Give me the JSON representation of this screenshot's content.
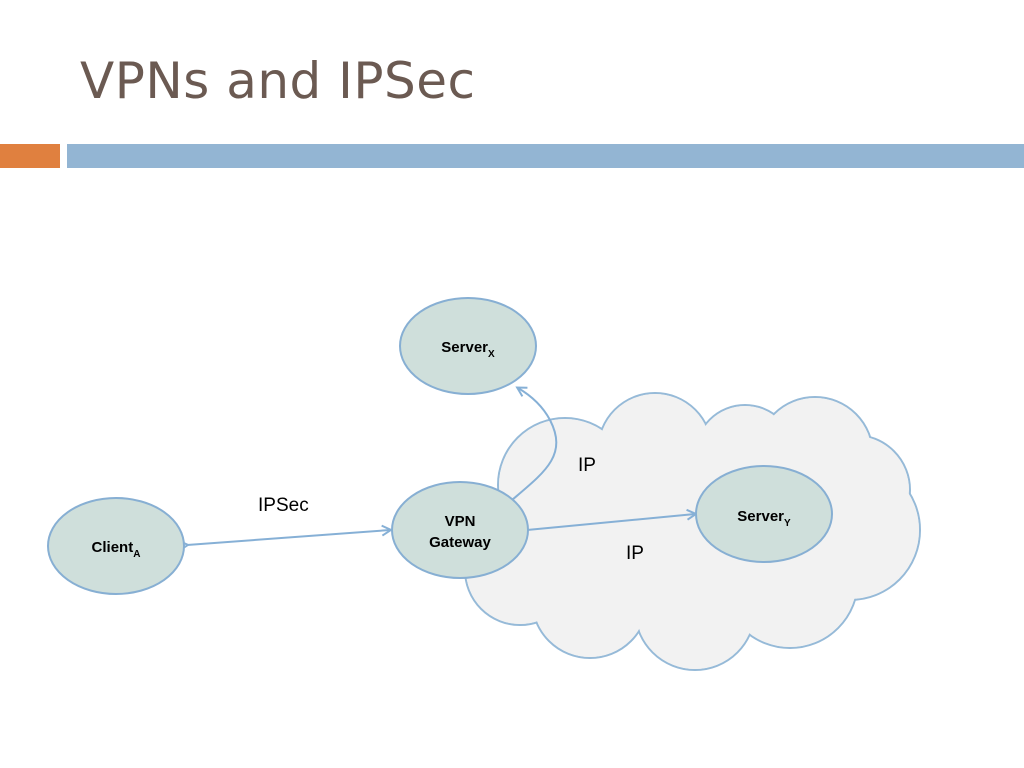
{
  "slide": {
    "title": "VPNs and IPSec"
  },
  "diagram": {
    "nodes": {
      "server_x": {
        "label": "Server",
        "subscript": "X"
      },
      "client_a": {
        "label": "Client",
        "subscript": "A"
      },
      "vpn_gateway": {
        "line1": "VPN",
        "line2": "Gateway"
      },
      "server_y": {
        "label": "Server",
        "subscript": "Y"
      }
    },
    "edge_labels": {
      "ipsec": "IPSec",
      "ip_top": "IP",
      "ip_bottom": "IP"
    }
  },
  "colors": {
    "title": "#6b5a52",
    "accent_bar": "#e0803f",
    "main_bar": "#93b5d3",
    "node_fill": "#cfdfdb",
    "node_stroke": "#87afd3",
    "cloud_fill": "#f2f2f2",
    "cloud_stroke": "#96bad8",
    "arrow": "#86b0d6"
  }
}
